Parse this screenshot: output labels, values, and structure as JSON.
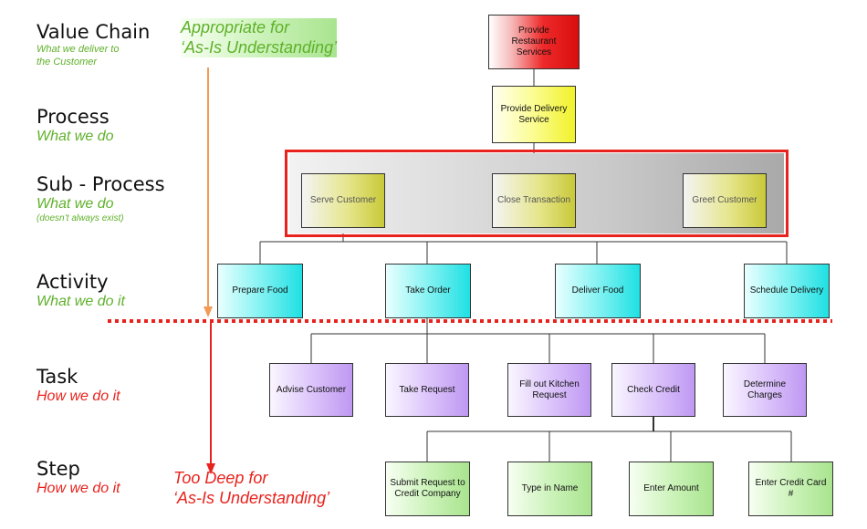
{
  "levels": {
    "value_chain": {
      "name": "Value Chain",
      "desc_line1": "What we deliver to",
      "desc_line2": "the Customer"
    },
    "process": {
      "name": "Process",
      "desc": "What we do"
    },
    "sub_process": {
      "name": "Sub - Process",
      "desc": "What we do",
      "note": "(doesn’t always exist)"
    },
    "activity": {
      "name": "Activity",
      "desc": "What we do it"
    },
    "task": {
      "name": "Task",
      "desc": "How we do it"
    },
    "step": {
      "name": "Step",
      "desc": "How we do it"
    }
  },
  "notes": {
    "appropriate_line1": "Appropriate for",
    "appropriate_line2": "‘As-Is Understanding’",
    "too_deep_line1": "Too Deep for",
    "too_deep_line2": "‘As-Is Understanding’"
  },
  "nodes": {
    "value_chain": [
      "Provide",
      "Restaurant",
      "Services"
    ],
    "process": [
      "Provide Delivery",
      "Service"
    ],
    "sub_process": [
      "Serve Customer",
      "Close Transaction",
      "Greet Customer"
    ],
    "activities": [
      "Prepare Food",
      "Take Order",
      "Deliver Food",
      "Schedule Delivery"
    ],
    "tasks": [
      {
        "l1": "Advise Customer",
        "l2": ""
      },
      {
        "l1": "Take Request",
        "l2": ""
      },
      {
        "l1": "Fill out Kitchen",
        "l2": "Request"
      },
      {
        "l1": "Check Credit",
        "l2": ""
      },
      {
        "l1": "Determine",
        "l2": "Charges"
      }
    ],
    "steps": [
      {
        "l1": "Submit Request to",
        "l2": "Credit Company"
      },
      {
        "l1": "Type in Name",
        "l2": ""
      },
      {
        "l1": "Enter Amount",
        "l2": ""
      },
      {
        "l1": "Enter Credit Card",
        "l2": "#"
      }
    ]
  },
  "colors": {
    "green_text": "#5fb12b",
    "red_text": "#e8231d",
    "arrow": "#f39a56",
    "dotted_line": "#e8231d"
  }
}
